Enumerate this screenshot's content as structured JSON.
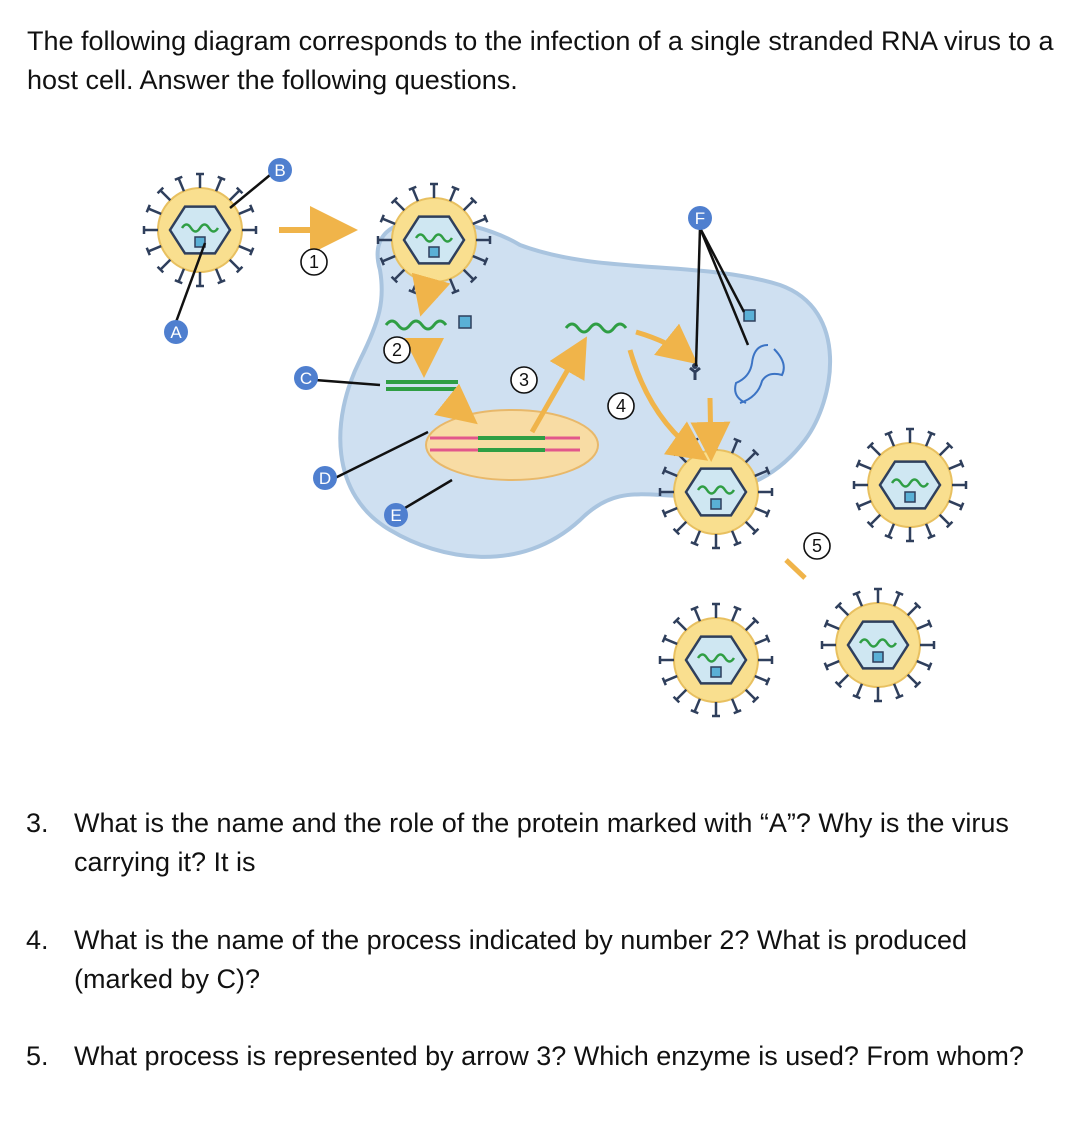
{
  "intro": "The following diagram corresponds to the infection of a single stranded RNA virus to a host cell. Answer the following questions.",
  "diagram": {
    "letter_labels": [
      "A",
      "B",
      "C",
      "D",
      "E",
      "F"
    ],
    "step_labels": [
      "1",
      "2",
      "3",
      "4",
      "5"
    ]
  },
  "colors": {
    "cytoplasm": "#cfe0f1",
    "cell_outline": "#a9c4df",
    "nucleus": "#f8dca4",
    "arrow": "#f0b44a",
    "virus_envelope": "#f9df8f",
    "spike": "#2f3f5c",
    "capsid": "#cfe7f2",
    "rna": "#2f9e44",
    "dna_strand": "#e2578b",
    "protein": "#5ab0d6",
    "label_circle": "#4f7fcf"
  },
  "questions": [
    {
      "number": "3.",
      "text": "What is the name and the role of the protein marked with “A”? Why is the virus carrying it? It is"
    },
    {
      "number": "4.",
      "text": "What is the name of the process indicated by number 2? What is produced (marked by C)?"
    },
    {
      "number": "5.",
      "text": "What process is represented by arrow 3? Which enzyme is used? From whom?"
    }
  ]
}
